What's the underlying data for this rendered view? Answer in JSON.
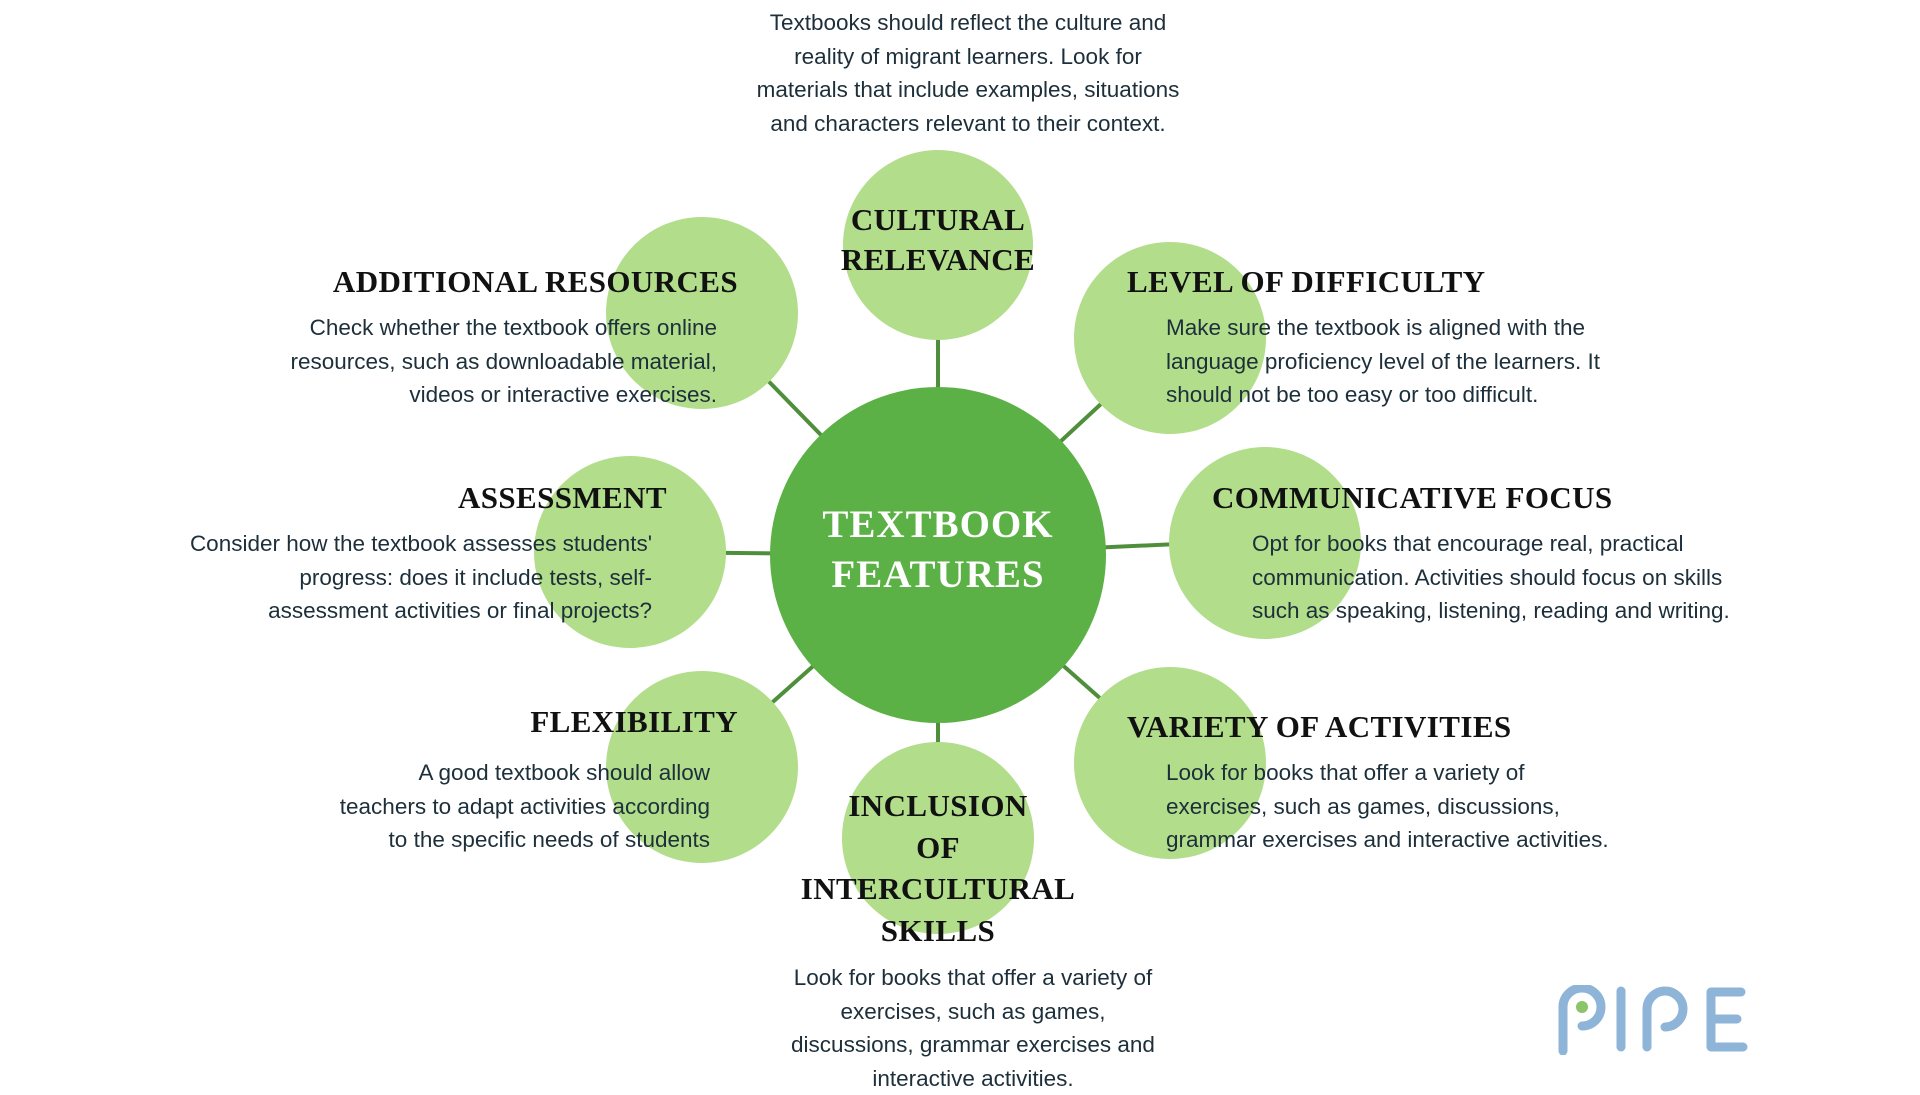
{
  "center": {
    "title_line1": "TEXTBOOK",
    "title_line2": "FEATURES"
  },
  "nodes": {
    "cultural": {
      "title_line1": "CULTURAL",
      "title_line2": "RELEVANCE",
      "desc": [
        "Textbooks should reflect the culture and",
        "reality of migrant learners. Look for",
        "materials that include examples, situations",
        "and characters relevant to their context."
      ]
    },
    "difficulty": {
      "title": "LEVEL OF DIFFICULTY",
      "desc": [
        "Make sure the textbook is aligned with the",
        "language proficiency level of the learners. It",
        "should not be too easy or too difficult."
      ]
    },
    "communicative": {
      "title": "COMMUNICATIVE FOCUS",
      "desc": [
        "Opt for books that encourage real, practical",
        "communication. Activities should focus on skills",
        "such as speaking, listening, reading and writing."
      ]
    },
    "variety": {
      "title": "VARIETY OF ACTIVITIES",
      "desc": [
        "Look for books that offer a variety of",
        "exercises, such as games, discussions,",
        "grammar exercises and interactive activities."
      ]
    },
    "intercultural": {
      "title_line1": "INCLUSION",
      "title_line2": "OF",
      "title_line3": "INTERCULTURAL",
      "title_line4": "SKILLS",
      "desc": [
        "Look for books that offer a variety of",
        "exercises, such as games,",
        "discussions, grammar exercises and",
        "interactive activities."
      ]
    },
    "flexibility": {
      "title": "FLEXIBILITY",
      "desc": [
        "A good textbook should allow",
        "teachers to adapt activities according",
        "to the specific needs of students"
      ]
    },
    "assessment": {
      "title": "ASSESSMENT",
      "desc": [
        "Consider how the textbook assesses students'",
        "progress: does it include tests, self-",
        "assessment activities or final projects?"
      ]
    },
    "resources": {
      "title": "ADDITIONAL RESOURCES",
      "desc": [
        "Check whether the textbook offers online",
        "resources, such as downloadable material,",
        "videos or interactive exercises."
      ]
    }
  },
  "logo": {
    "text": "PIPE"
  },
  "colors": {
    "hub": "#5cb146",
    "satellite": "#b2dd8b",
    "connector": "#4f8f3c",
    "logo": "#8eb4d8",
    "logo_dot": "#8cc46a"
  }
}
